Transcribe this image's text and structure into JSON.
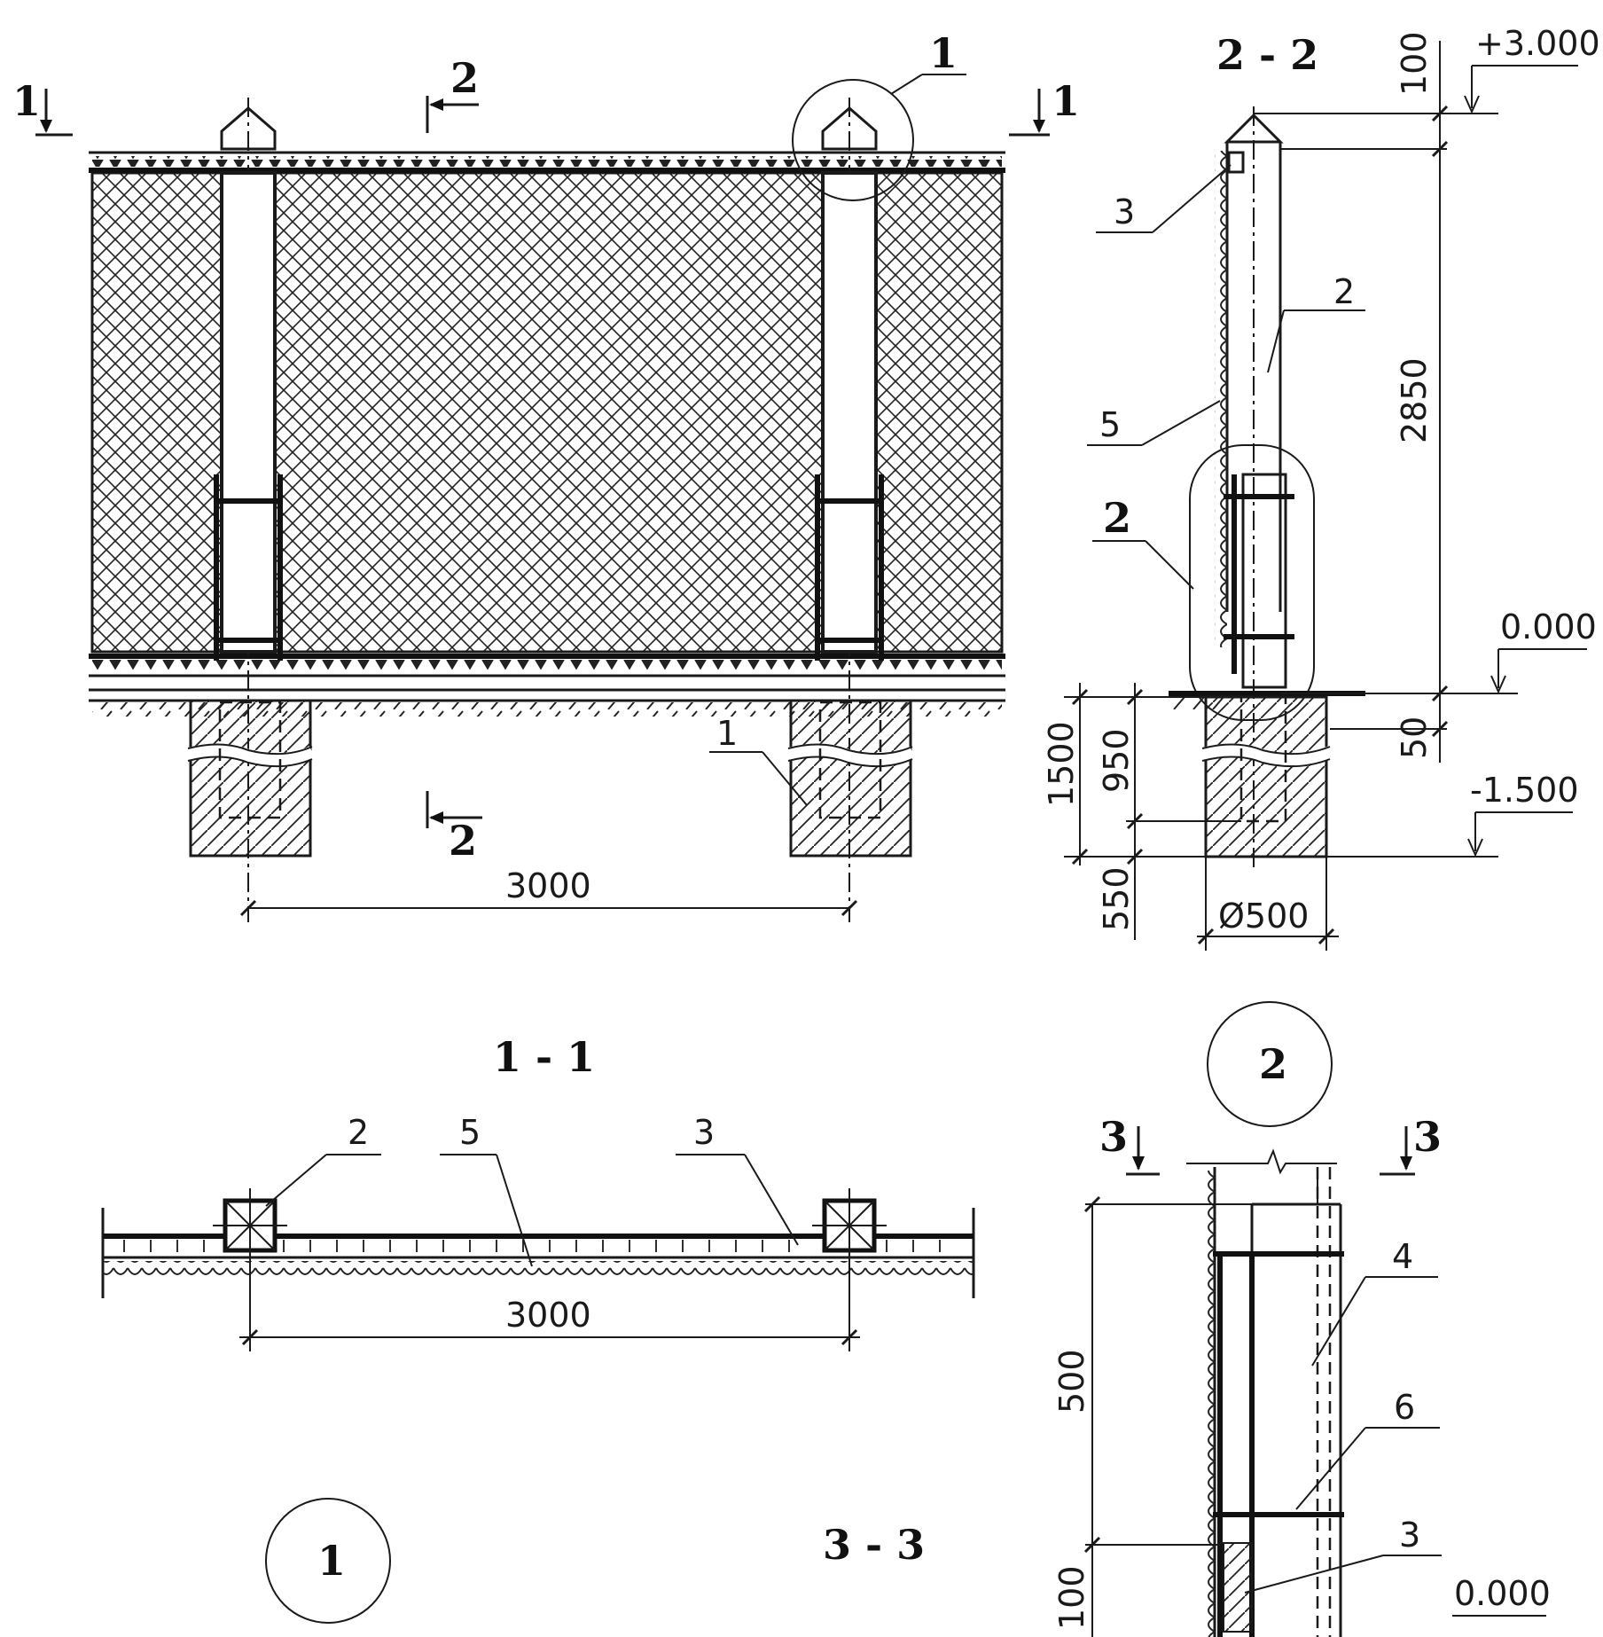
{
  "sheet": {
    "section_marks": {
      "s1_left": "1",
      "s1_right": "1",
      "s2_top": "2",
      "s2_bottom": "2",
      "s3_left": "3",
      "s3_right": "3"
    },
    "elevation": {
      "callout_detail": "1",
      "callout_foundation": "1",
      "span_dim": "3000"
    },
    "section_2_2": {
      "title": "2 - 2",
      "level_top": "+3.000",
      "level_zero": "0.000",
      "level_bottom": "-1.500",
      "dim_100": "100",
      "dim_2850": "2850",
      "dim_50": "50",
      "dim_1500": "1500",
      "dim_950": "950",
      "dim_550": "550",
      "dim_diameter": "Ø500",
      "callout_3": "3",
      "callout_2_post": "2",
      "callout_5": "5",
      "callout_2_node": "2"
    },
    "section_1_1": {
      "title": "1 - 1",
      "callout_2": "2",
      "callout_5": "5",
      "callout_3": "3",
      "span_dim": "3000"
    },
    "node_1": {
      "label": "1"
    },
    "node_2": {
      "label": "2",
      "section_title": "3 - 3",
      "dim_500": "500",
      "dim_100": "100",
      "callout_4": "4",
      "callout_6": "6",
      "callout_3": "3",
      "level_zero": "0.000"
    }
  }
}
